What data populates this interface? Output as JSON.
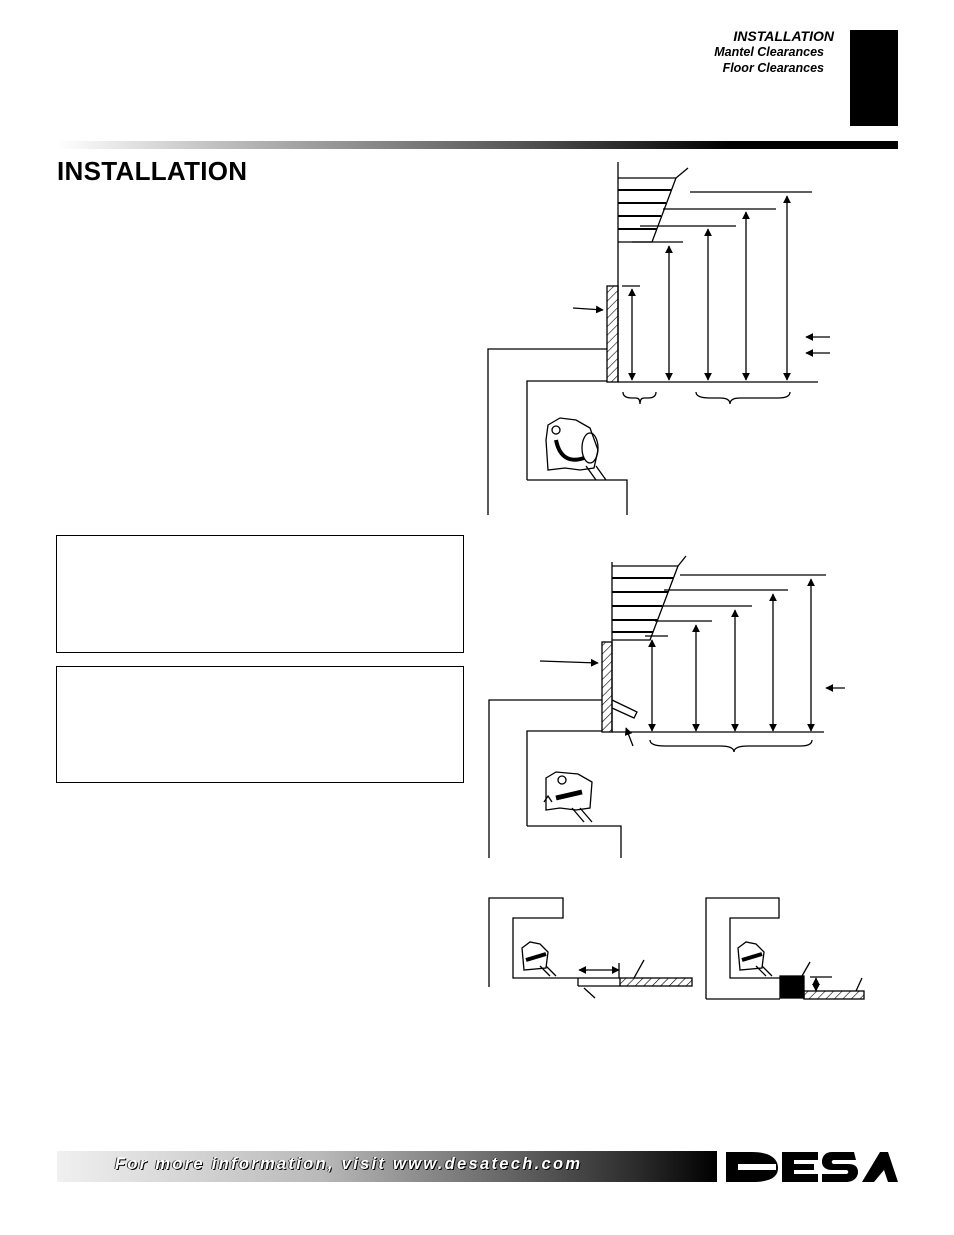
{
  "header": {
    "title": "INSTALLATION",
    "subtitles": [
      "Mantel Clearances",
      "Floor Clearances"
    ]
  },
  "section": {
    "title": "INSTALLATION"
  },
  "footer": {
    "text": "For more information, visit www.desatech.com",
    "logo_text": "DESA"
  },
  "colors": {
    "ink": "#000000",
    "paper": "#ffffff"
  }
}
